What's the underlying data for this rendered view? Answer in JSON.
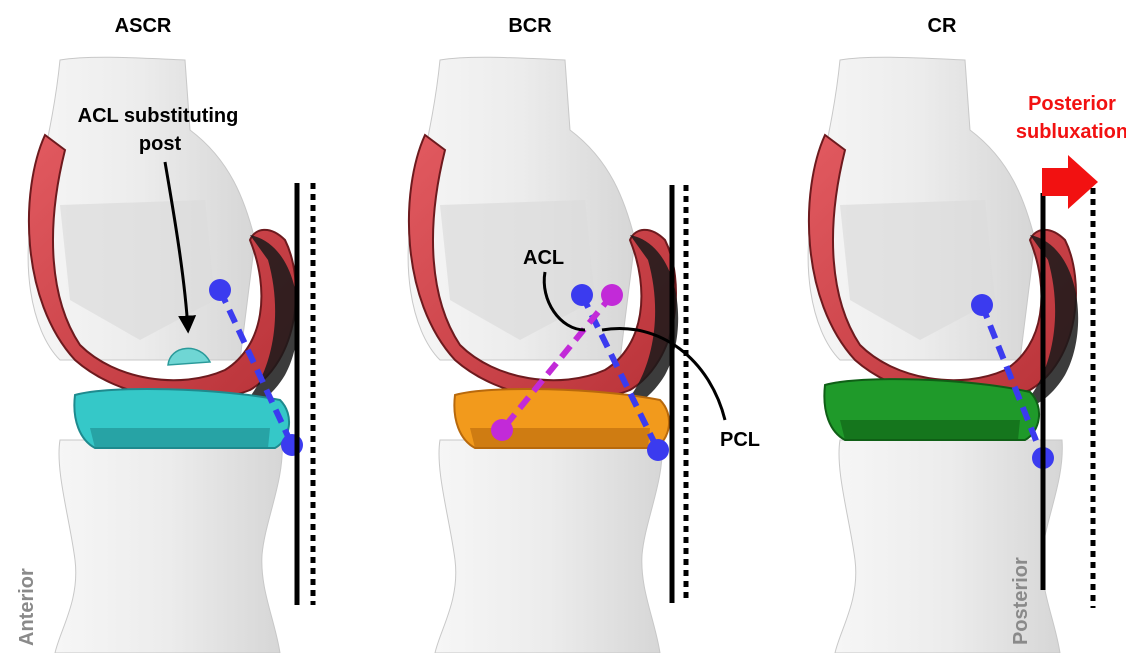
{
  "panels": [
    {
      "title": "ASCR",
      "insert_color": "#35c8c8",
      "insert_dark": "#1e8a8e"
    },
    {
      "title": "BCR",
      "insert_color": "#f29a1c",
      "insert_dark": "#b8690c"
    },
    {
      "title": "CR",
      "insert_color": "#1f9a2a",
      "insert_dark": "#0f5f16"
    }
  ],
  "annotations": {
    "acl_post_line1": "ACL substituting",
    "acl_post_line2": "post",
    "acl": "ACL",
    "pcl": "PCL",
    "subluxation_line1": "Posterior",
    "subluxation_line2": "subluxation",
    "anterior": "Anterior",
    "posterior": "Posterior"
  },
  "colors": {
    "femoral_component": "#d9474e",
    "pcl_ligament": "#3b3bef",
    "acl_ligament": "#c22ad8",
    "subluxation_arrow": "#f21111",
    "bone": "#e9e9e9",
    "direction_label": "#8a8a8a"
  }
}
